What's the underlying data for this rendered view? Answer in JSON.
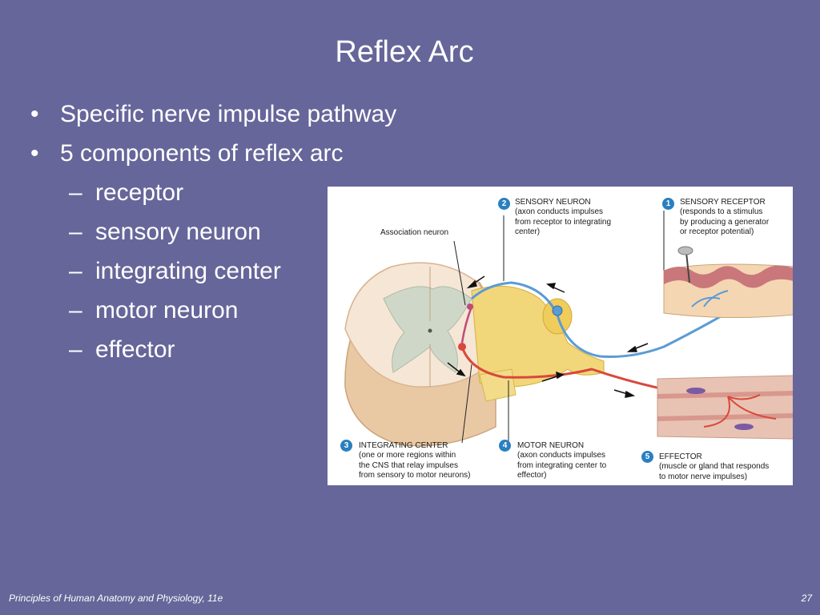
{
  "slide": {
    "title": "Reflex Arc",
    "bullets": [
      {
        "level": 1,
        "mark": "•",
        "text": "Specific nerve impulse pathway"
      },
      {
        "level": 1,
        "mark": "•",
        "text": "5 components of reflex arc"
      },
      {
        "level": 2,
        "mark": "–",
        "text": "receptor"
      },
      {
        "level": 2,
        "mark": "–",
        "text": "sensory neuron"
      },
      {
        "level": 2,
        "mark": "–",
        "text": "integrating center"
      },
      {
        "level": 2,
        "mark": "–",
        "text": "motor neuron"
      },
      {
        "level": 2,
        "mark": "–",
        "text": "effector"
      }
    ]
  },
  "figure": {
    "association_label": "Association neuron",
    "callouts": [
      {
        "num": "1",
        "lines": [
          "SENSORY RECEPTOR",
          "(responds to a stimulus",
          "by producing a generator",
          "or receptor potential)"
        ]
      },
      {
        "num": "2",
        "lines": [
          "SENSORY NEURON",
          "(axon conducts impulses",
          "from receptor to integrating",
          "center)"
        ]
      },
      {
        "num": "3",
        "lines": [
          "INTEGRATING CENTER",
          "(one or more regions within",
          "the CNS that relay impulses",
          "from sensory to motor neurons)"
        ]
      },
      {
        "num": "4",
        "lines": [
          "MOTOR NEURON",
          "(axon conducts impulses",
          "from integrating center to",
          "effector)"
        ]
      },
      {
        "num": "5",
        "lines": [
          "EFFECTOR",
          "(muscle or gland that responds",
          "to motor nerve impulses)"
        ]
      }
    ]
  },
  "footer": {
    "course": "Principles of Human Anatomy and Physiology, 11e",
    "page": "27"
  },
  "colors": {
    "background": "#66669a",
    "sensory_neuron": "#5b9bd5",
    "motor_neuron": "#d9483b",
    "callout_circle": "#2a7fc0"
  }
}
